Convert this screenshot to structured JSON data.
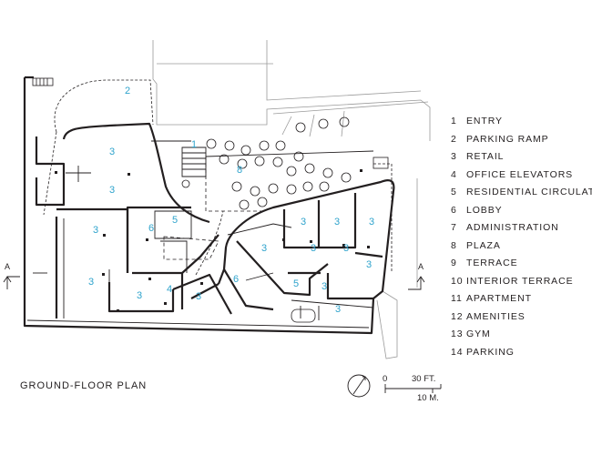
{
  "caption": "GROUND-FLOOR PLAN",
  "legend": [
    {
      "num": "1",
      "label": "ENTRY"
    },
    {
      "num": "2",
      "label": "PARKING RAMP"
    },
    {
      "num": "3",
      "label": "RETAIL"
    },
    {
      "num": "4",
      "label": "OFFICE ELEVATORS"
    },
    {
      "num": "5",
      "label": "RESIDENTIAL CIRCULATION"
    },
    {
      "num": "6",
      "label": "LOBBY"
    },
    {
      "num": "7",
      "label": "ADMINISTRATION"
    },
    {
      "num": "8",
      "label": "PLAZA"
    },
    {
      "num": "9",
      "label": "TERRACE"
    },
    {
      "num": "10",
      "label": "INTERIOR TERRACE"
    },
    {
      "num": "11",
      "label": "APARTMENT"
    },
    {
      "num": "12",
      "label": "AMENITIES"
    },
    {
      "num": "13",
      "label": "GYM"
    },
    {
      "num": "14",
      "label": "PARKING"
    }
  ],
  "plan_labels": [
    "2",
    "1",
    "3",
    "8",
    "3",
    "3",
    "3",
    "3",
    "6",
    "5",
    "3",
    "3",
    "3",
    "3",
    "3",
    "3",
    "3",
    "4",
    "3",
    "6",
    "5",
    "3",
    "3"
  ],
  "section": {
    "left": "A",
    "right": "A"
  },
  "scale": {
    "zero": "0",
    "feet": "30 FT.",
    "meters": "10 M."
  },
  "colors": {
    "label": "#2ea3cc",
    "line": "#231f20",
    "thin": "#9a9a9a"
  }
}
